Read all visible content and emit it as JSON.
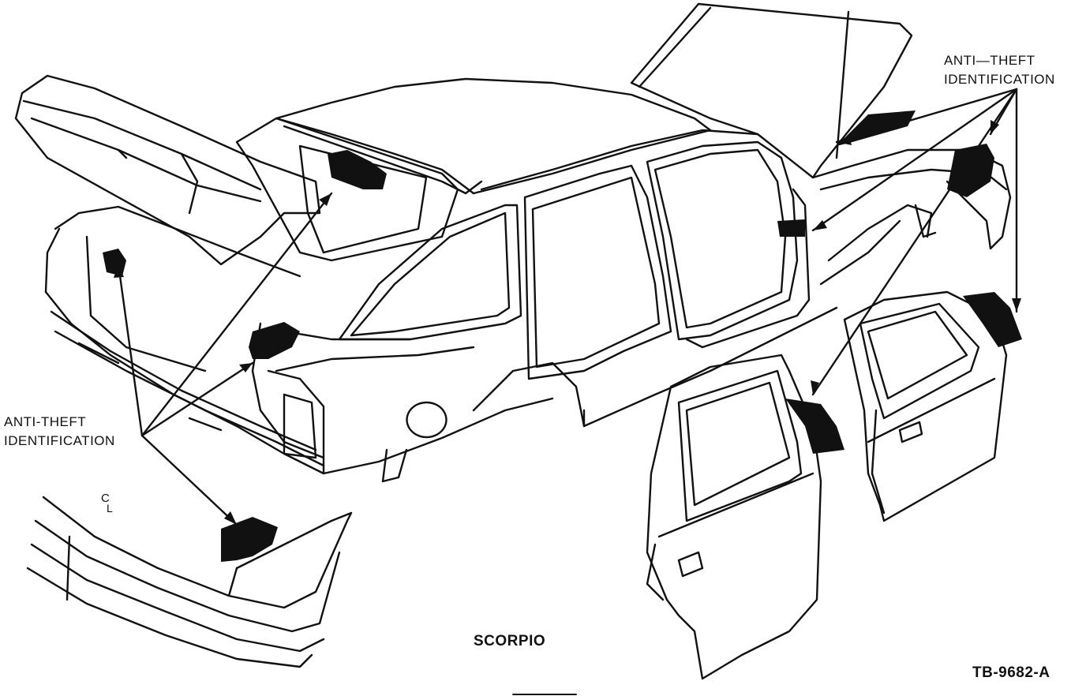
{
  "labels": {
    "anti_theft_right_line1": "ANTI—THEFT",
    "anti_theft_right_line2": "IDENTIFICATION",
    "anti_theft_left_line1": "ANTI-THEFT",
    "anti_theft_left_line2": "IDENTIFICATION",
    "model": "SCORPIO",
    "figure_code": "TB-9682-A",
    "centerline_mark": "C",
    "centerline_mark_sub": "L"
  }
}
